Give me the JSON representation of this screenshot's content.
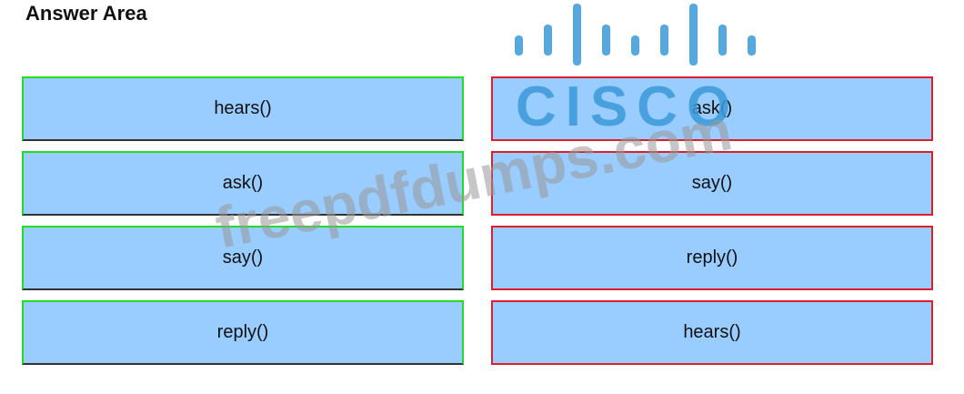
{
  "title": "Answer Area",
  "left_items": [
    "hears()",
    "ask()",
    "say()",
    "reply()"
  ],
  "right_items": [
    "ask()",
    "say()",
    "reply()",
    "hears()"
  ],
  "watermark": {
    "brand": "CISCO",
    "site": "freepdfdumps.com",
    "color": "#3399dd"
  },
  "colors": {
    "box_fill": "#99ccff",
    "left_border": "#22dd22",
    "right_border": "#dd1f2a"
  }
}
